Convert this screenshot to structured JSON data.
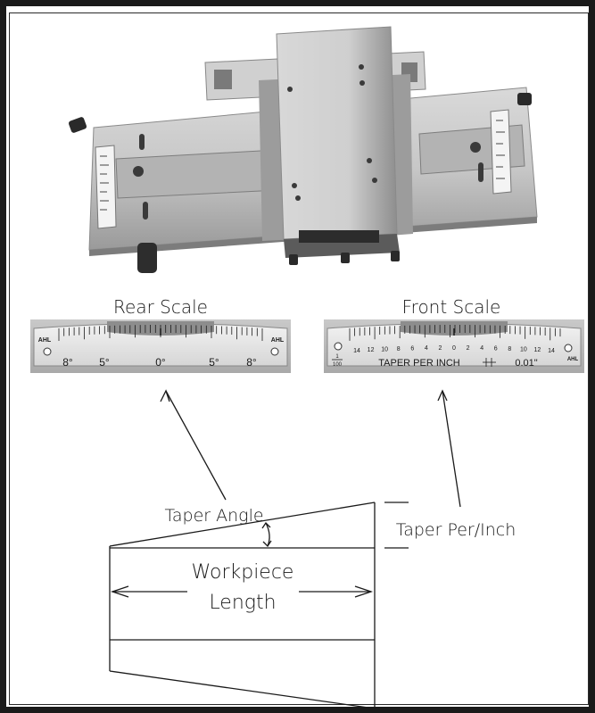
{
  "labels": {
    "rear_scale": "Rear Scale",
    "front_scale": "Front Scale",
    "taper_angle": "Taper Angle",
    "taper_per_inch": "Taper Per/Inch",
    "workpiece_line1": "Workpiece",
    "workpiece_line2": "Length"
  },
  "rear_plate": {
    "brand": "AHL",
    "marks": [
      "8°",
      "5°",
      "0°",
      "5°",
      "8°"
    ]
  },
  "front_plate": {
    "brand": "AHL",
    "numbers": [
      "14",
      "12",
      "10",
      "8",
      "6",
      "4",
      "2",
      "0",
      "2",
      "4",
      "6",
      "8",
      "10",
      "12",
      "14"
    ],
    "fraction_top": "1",
    "fraction_bottom": "100",
    "caption": "TAPER PER INCH",
    "unit": "0.01\""
  },
  "colors": {
    "ink": "#1a1a1a",
    "metal_light": "#e4e4e4",
    "metal_mid": "#b8b8b8",
    "metal_dark": "#6e6e6e"
  }
}
